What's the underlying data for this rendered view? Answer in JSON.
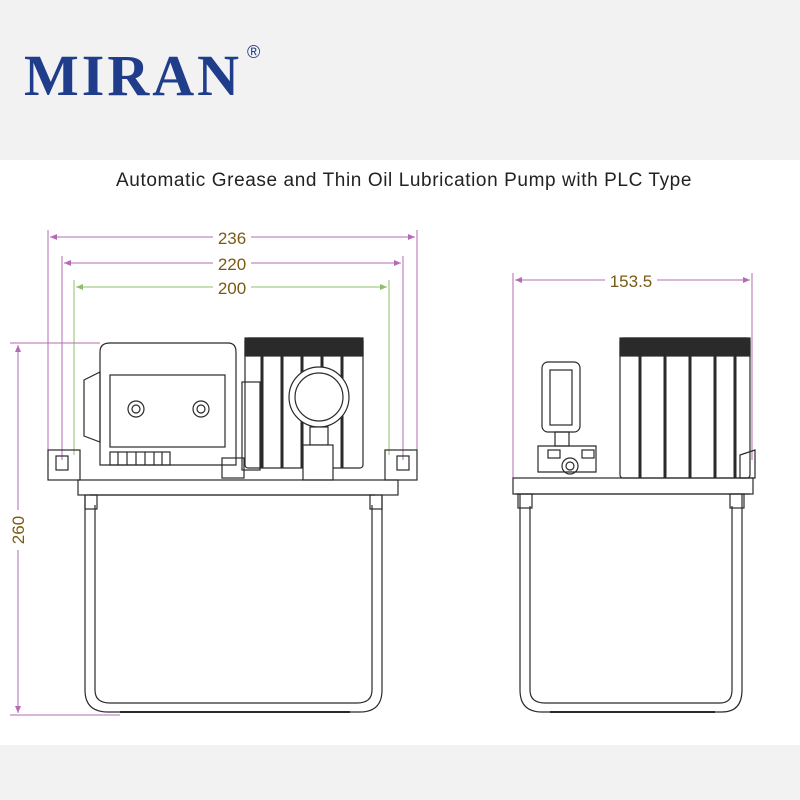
{
  "brand": {
    "name": "MIRAN",
    "registered_mark": "®"
  },
  "title": "Automatic Grease and Thin Oil Lubrication Pump with PLC Type",
  "dimensions": {
    "front_width_outer": "236",
    "front_width_mid": "220",
    "front_width_inner": "200",
    "side_width": "153.5",
    "height": "260"
  },
  "colors": {
    "brand_blue": "#1f3d8a",
    "dim_outer": "#b46bb5",
    "dim_inner": "#8fbf6a",
    "dim_text": "#7a5a14",
    "line": "#2a2a2a"
  }
}
